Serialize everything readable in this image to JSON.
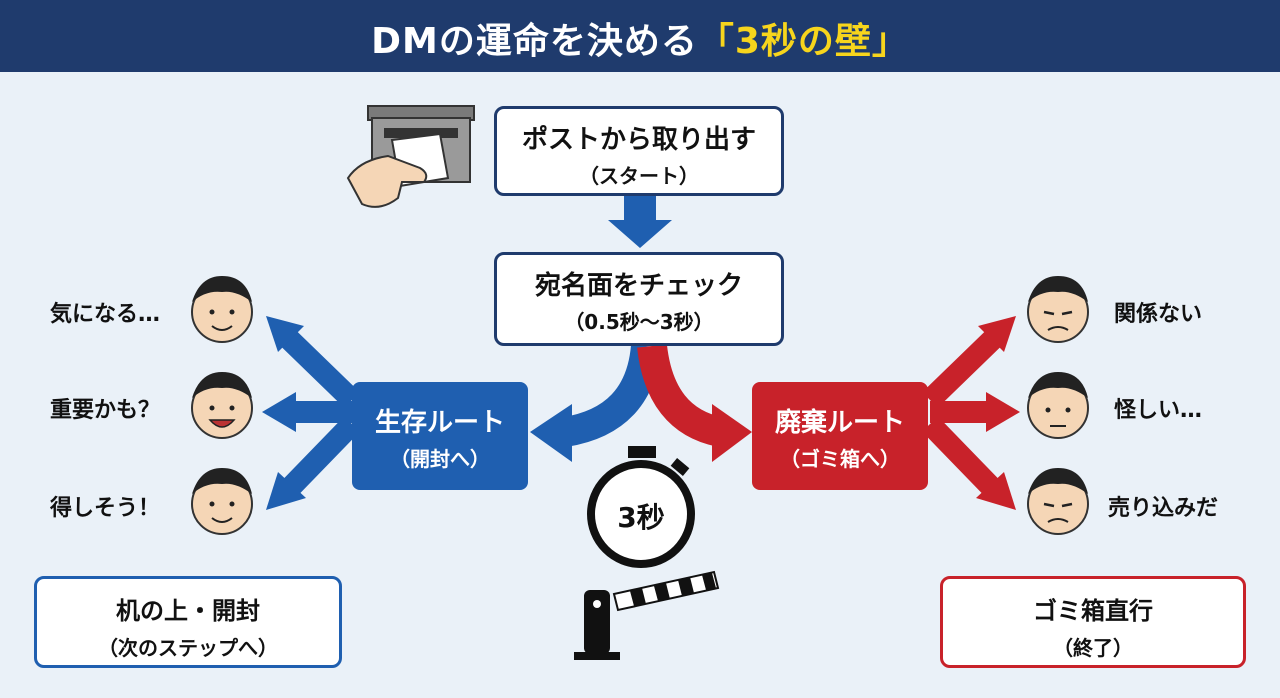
{
  "header": {
    "title_main": "DMの運命を決める",
    "title_highlight": "「3秒の壁」"
  },
  "start_box": {
    "line1": "ポストから取り出す",
    "line2": "（スタート）"
  },
  "check_box": {
    "line1": "宛名面をチェック",
    "line2": "（0.5秒〜3秒）"
  },
  "survive_route": {
    "line1": "生存ルート",
    "line2": "（開封へ）",
    "color": "#1f5fb0"
  },
  "discard_route": {
    "line1": "廃棄ルート",
    "line2": "（ゴミ箱へ）",
    "color": "#c8222a"
  },
  "timer": {
    "label": "3秒"
  },
  "left_reactions": [
    "気になる…",
    "重要かも？",
    "得しそう！"
  ],
  "right_reactions": [
    "関係ない",
    "怪しい…",
    "売り込みだ"
  ],
  "left_result": {
    "line1": "机の上・開封",
    "line2": "（次のステップへ）"
  },
  "right_result": {
    "line1": "ゴミ箱直行",
    "line2": "（終了）"
  },
  "colors": {
    "navy": "#1f3b6d",
    "blue": "#1f5fb0",
    "red": "#c8222a",
    "highlight": "#f7d51c"
  }
}
